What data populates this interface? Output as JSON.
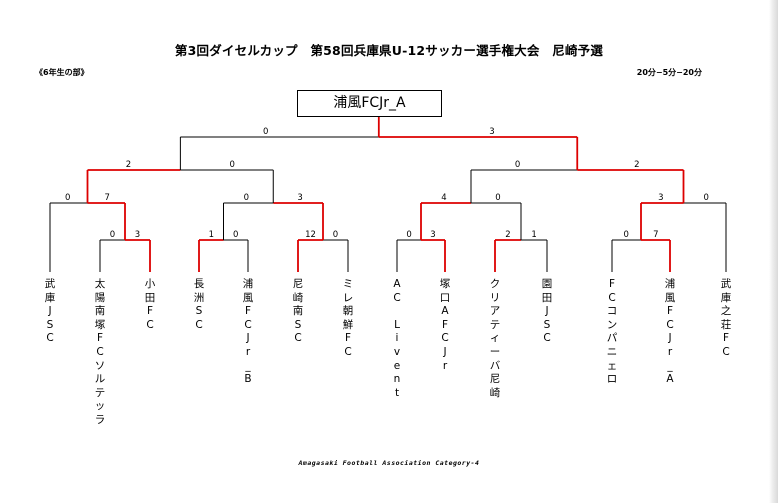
{
  "header": {
    "title": "第3回ダイセルカップ　第58回兵庫県U-12サッカー選手権大会　尼崎予選",
    "division": "《6年生の部》",
    "match_time": "20分−5分−20分"
  },
  "champion": "浦風FCJr_A",
  "teams": [
    {
      "name": "武庫JSC",
      "chars": [
        "武",
        "庫",
        "J",
        "S",
        "C"
      ]
    },
    {
      "name": "太陽南塚FCソルテッラ",
      "chars": [
        "太",
        "陽",
        "南",
        "塚",
        "F",
        "C",
        "ソ",
        "ル",
        "テ",
        "ッ",
        "ラ"
      ]
    },
    {
      "name": "小田FC",
      "chars": [
        "小",
        "田",
        "F",
        "C"
      ]
    },
    {
      "name": "長洲SC",
      "chars": [
        "長",
        "洲",
        "S",
        "C"
      ]
    },
    {
      "name": "浦風FCJr_B",
      "chars": [
        "浦",
        "風",
        "F",
        "C",
        "J",
        "r",
        "_",
        "B"
      ]
    },
    {
      "name": "尼崎南SC",
      "chars": [
        "尼",
        "崎",
        "南",
        "S",
        "C"
      ]
    },
    {
      "name": "ミレ朝鮮FC",
      "chars": [
        "ミ",
        "レ",
        "朝",
        "鮮",
        "F",
        "C"
      ]
    },
    {
      "name": "AC Livent",
      "chars": [
        "A",
        "C",
        "",
        "L",
        "i",
        "v",
        "e",
        "n",
        "t"
      ]
    },
    {
      "name": "塚口AFCJr",
      "chars": [
        "塚",
        "口",
        "A",
        "F",
        "C",
        "J",
        "r"
      ]
    },
    {
      "name": "クリアティーバ尼崎",
      "chars": [
        "ク",
        "リ",
        "ア",
        "テ",
        "ィ",
        "ー",
        "バ",
        "尼",
        "崎"
      ]
    },
    {
      "name": "園田JSC",
      "chars": [
        "園",
        "田",
        "J",
        "S",
        "C"
      ]
    },
    {
      "name": "FCコンパニェロ",
      "chars": [
        "F",
        "C",
        "コ",
        "ン",
        "パ",
        "ニ",
        "ェ",
        "ロ"
      ]
    },
    {
      "name": "浦風FCJr_A",
      "chars": [
        "浦",
        "風",
        "F",
        "C",
        "J",
        "r",
        "_",
        "A"
      ]
    },
    {
      "name": "武庫之荘FC",
      "chars": [
        "武",
        "庫",
        "之",
        "荘",
        "F",
        "C"
      ]
    }
  ],
  "scores": {
    "r1": [
      "0",
      "3",
      "1",
      "0",
      "12",
      "0",
      "0",
      "3",
      "2",
      "1",
      "0",
      "7"
    ],
    "r2": [
      "0",
      "7",
      "0",
      "3",
      "4",
      "0",
      "3",
      "0"
    ],
    "r3": [
      "2",
      "0",
      "0",
      "2"
    ],
    "final": [
      "0",
      "3"
    ]
  },
  "colors": {
    "win": "#dd0000",
    "line": "#000000"
  },
  "footer": "Amagasaki Football Association Category-4"
}
